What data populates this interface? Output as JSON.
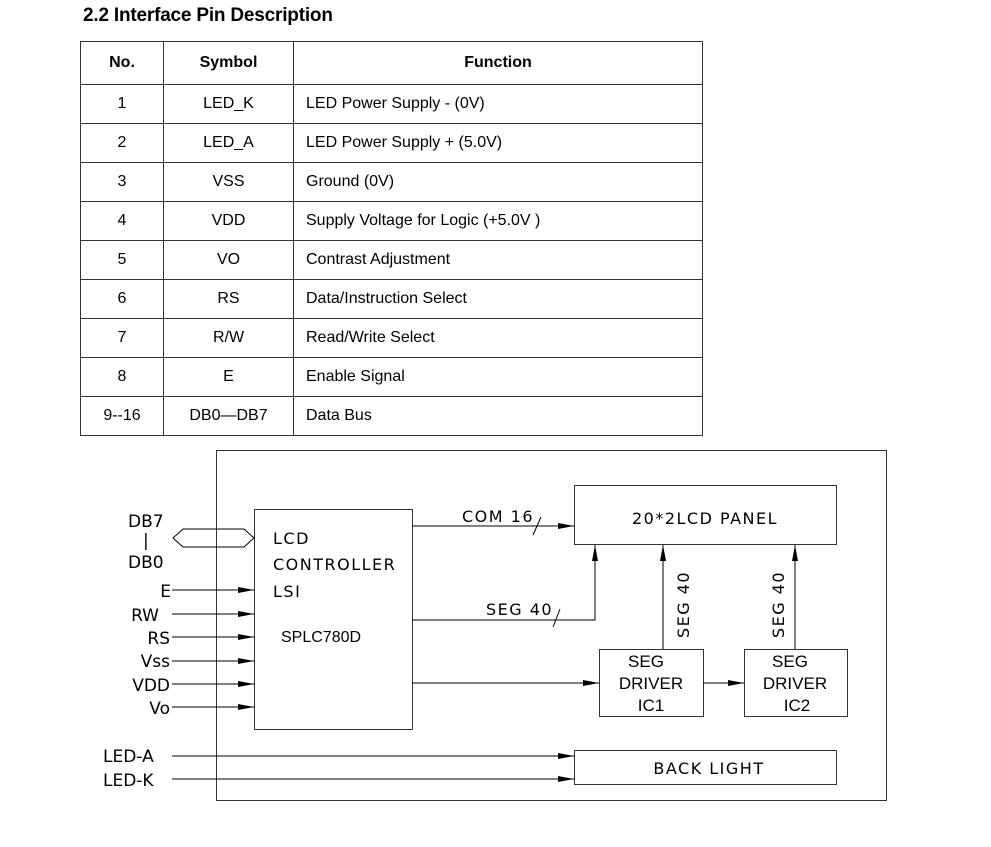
{
  "section_title": "2.2 Interface Pin Description",
  "table": {
    "headers": [
      "No.",
      "Symbol",
      "Function"
    ],
    "rows": [
      {
        "no": "1",
        "symbol": "LED_K",
        "function": "LED Power Supply - (0V)"
      },
      {
        "no": "2",
        "symbol": "LED_A",
        "function": "LED Power Supply + (5.0V)"
      },
      {
        "no": "3",
        "symbol": "VSS",
        "function": "Ground (0V)"
      },
      {
        "no": "4",
        "symbol": "VDD",
        "function": "Supply Voltage for Logic (+5.0V )"
      },
      {
        "no": "5",
        "symbol": "VO",
        "function": "Contrast Adjustment"
      },
      {
        "no": "6",
        "symbol": "RS",
        "function": "Data/Instruction Select"
      },
      {
        "no": "7",
        "symbol": "R/W",
        "function": "Read/Write Select"
      },
      {
        "no": "8",
        "symbol": "E",
        "function": "Enable Signal"
      },
      {
        "no": "9--16",
        "symbol": "DB0—DB7",
        "function": "Data Bus"
      }
    ]
  },
  "diagram": {
    "bus_labels": {
      "top": "DB7",
      "sep": "|",
      "bottom": "DB0"
    },
    "input_signals": [
      "E",
      "RW",
      "RS",
      "Vss",
      "VDD",
      "Vo"
    ],
    "backlight_signals": [
      "LED-A",
      "LED-K"
    ],
    "controller": {
      "line1": "LCD",
      "line2": "CONTROLLER",
      "line3": "LSI",
      "chip": "SPLC780D"
    },
    "lcd_panel": "20*2LCD  PANEL",
    "com_label": "COM  16",
    "seg_label_main": "SEG  40",
    "seg_label_ic1": "SEG  40",
    "seg_label_ic2": "SEG  40",
    "driver1": {
      "line1": "SEG",
      "line2": "DRIVER",
      "line3": "IC1"
    },
    "driver2": {
      "line1": "SEG",
      "line2": "DRIVER",
      "line3": "IC2"
    },
    "backlight": "BACK  LIGHT"
  }
}
